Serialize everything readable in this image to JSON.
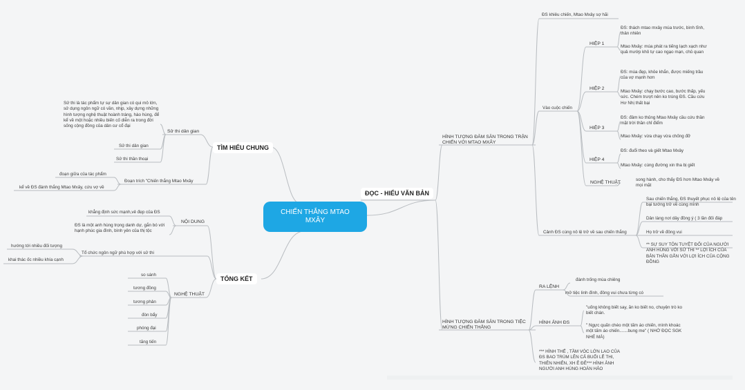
{
  "center": "CHIẾN THẮNG MTAO MXÂY",
  "left_top": {
    "title": "TÌM HIỂU CHUNG",
    "su_thi_dan_gian": "Sử thi dân gian",
    "def": "Sử thi là tác phẩm tự sự dân gian có qui mô lớn, sử dụng ngôn ngữ có vần, nhịp, xây dựng những hình tượng nghệ thuật hoành tráng, hào hùng, để kể về một hoặc nhiều biến cố diễn ra trong đời sống cộng đồng của dân cư cổ đại",
    "type1": "Sử thi dân gian",
    "type2": "Sử thi thần thoại",
    "excerpt": "Đoạn trích \"Chiến thắng Mtao Mxây",
    "excerpt_pos": "đoạn giữa của tác phẩm",
    "excerpt_content": "kể về ĐS đánh thắng Mtao Mxây, cứu vợ về"
  },
  "left_bottom": {
    "title": "TỔNG KẾT",
    "content": "NỘI DUNG",
    "content1": "khẳng định sức mạnh,vẻ đẹp của ĐS",
    "content2": "ĐS là một anh hùng trọng danh dự, gắn bó với hạnh phúc gia đình, bình yên của thị tộc",
    "org": "Tổ chức ngôn ngữ phù hợp với sử thi",
    "org1": "hướng tới nhiều đối tượng",
    "org2": "khai thác ốc nhiều khía cạnh",
    "art": "NGHỆ THUẬT",
    "art_items": [
      "so sánh",
      "tương đồng",
      "tương phản",
      "đòn bẩy",
      "phóng đại",
      "tăng tiến"
    ]
  },
  "right": {
    "title": "ĐỌC - HIỂU VĂN BẢN",
    "battle": "HÌNH TƯỢNG ĐĂM SĂN TRONG TRẬN CHIẾN VỚI MTAO MXÂY",
    "challenge": "ĐS khiêu chiến, Mtao Mxây sợ hãi",
    "fight": "Vào cuộc chiến",
    "r1": "HIỆP 1",
    "r1a": "ĐS: thách mtao mxây múa trước,      bình tĩnh, thản nhiên",
    "r1b": "Mtao Mxây: múa phát ra tiếng lạch xạch như quả mướp khô      tự cao ngạo mạn, chủ quan",
    "r2": "HIỆP 2",
    "r2a": "ĐS: múa đẹp, khỏe khắn, được miếng trầu của vợ     mạnh hơn",
    "r2b": "Mtao Mxây: chạy bước cao, bước thấp, yếu sức. Chém trượt nên ko trúng ĐS. Cầu cứu Hơ Nhị     thất bại",
    "r3": "HIỆP 3",
    "r3a": "ĐS: đâm ko thủng Mtao Mxây     cầu cứu thần mặt trời     thần chỉ điểm",
    "r3b": "Mtao Mxây: vừa chạy vừa chống đỡ",
    "r4": "HIỆP 4",
    "r4a": "ĐS: đuổi theo và giết Mtao Mxây",
    "r4b": "Mtao Mxây: cùng đường xin tha     bị giết",
    "artr": "NGHỆ THUẬT",
    "artr1": "song hành, cho thấy ĐS hơn Mtao Mxây về mọi mặt",
    "return": "Cảnh ĐS cùng nô lệ trở về sau chiến thắng",
    "ret1": "Sau chiến thắng, ĐS thuyết phục nô lệ của tên bại tướng trở về cùng mình",
    "ret2": "Dân làng nơi dây đồng ý ( 3 lần đối đáp",
    "ret3": "Họ trở về đông vui",
    "ret4": "** SỰ SUY TÔN TUYỆT ĐỐI CỦA NGƯỜI ANH HÙNG VỚI SỬ THI ** LỢI ÍCH CỦA BẢN THÂN GẮN VỚI LỢI ÍCH CỦA CỘNG ĐỒNG",
    "feast": "HÌNH TƯỢNG ĐĂM SĂN TRONG TIỆC MỪNG CHIẾN THẮNG",
    "order": "RA LỆNH",
    "order1": "đánh trống mùa chiêng",
    "order2": "mở tiệc linh đình, đông vui chưa từng có",
    "image": "HÌNH ẢNH ĐS",
    "image1": "\"uống không biết say, ăn ko biết no, chuyện trò ko biết chán.",
    "image2": "\" Ngực quấn chéo một tấm áo chiến, mình khoác một tấm áo chiến.......bung me\" ( NHỜ ĐỌC SGK NHÉ MÀ)",
    "summary": "*** HÌNH THẾ , TẦM VÓC LỚN LAO CỦA ĐS BAO TRÙM LÊN CẢ BUỔI LỄ THI, THIÊN NHIÊN, XH Ê ĐÊ*** HÌNH ẢNH NGƯỜI ANH HÙNG HOÀN HẢO"
  },
  "colors": {
    "center": "#1ea7e4",
    "line": "#b8bcc0"
  }
}
